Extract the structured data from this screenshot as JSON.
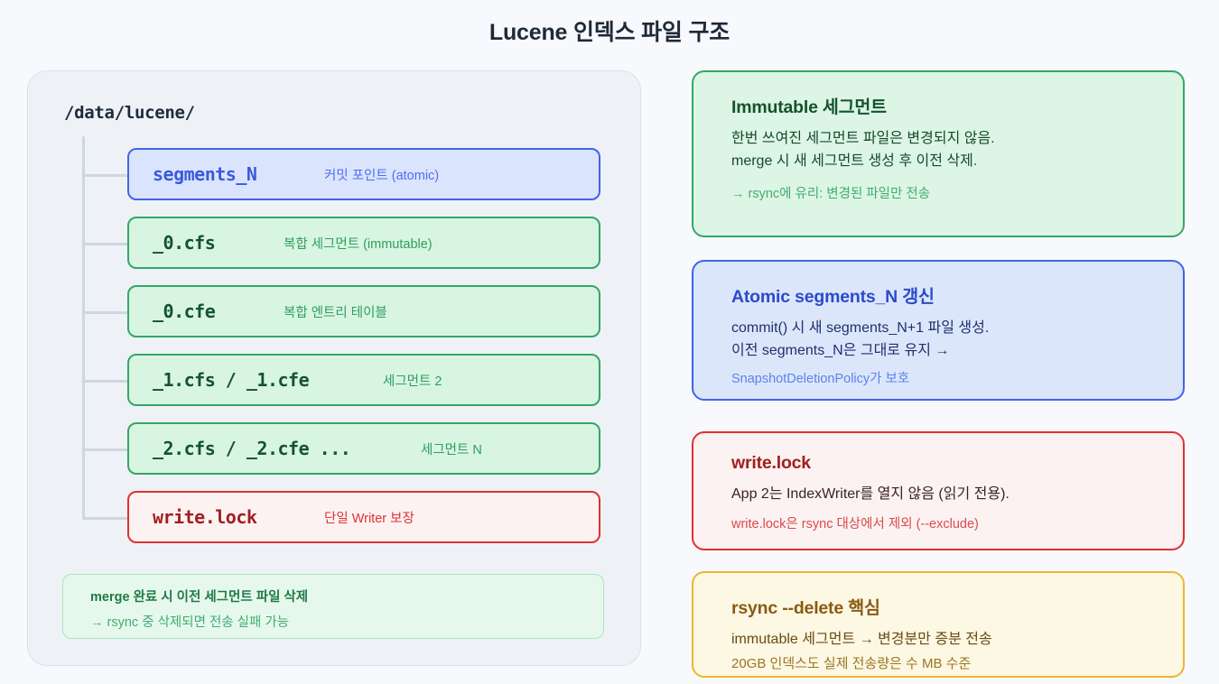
{
  "title": "Lucene 인덱스 파일 구조",
  "tree_panel": {
    "root_label": "/data/lucene/",
    "rows": [
      {
        "name": "segments_N",
        "desc": "커밋 포인트 (atomic)",
        "tone": "blue"
      },
      {
        "name": "_0.cfs",
        "desc": "복합 세그먼트 (immutable)",
        "tone": "green"
      },
      {
        "name": "_0.cfe",
        "desc": "복합 엔트리 테이블",
        "tone": "green"
      },
      {
        "name": "_1.cfs / _1.cfe",
        "desc": "세그먼트 2",
        "tone": "green"
      },
      {
        "name": "_2.cfs / _2.cfe ...",
        "desc": "세그먼트 N",
        "tone": "green"
      },
      {
        "name": "write.lock",
        "desc": "단일 Writer 보장",
        "tone": "red"
      }
    ],
    "merge_note": {
      "title": "merge 완료 시 이전 세그먼트 파일 삭제",
      "sub": "→ rsync 중 삭제되면 전송 실패 가능"
    }
  },
  "cards": [
    {
      "tone": "green",
      "title": "Immutable 세그먼트",
      "line1": "한번 쓰여진 세그먼트 파일은 변경되지 않음.",
      "line2": "merge 시 새 세그먼트 생성 후 이전 삭제.",
      "note": "→ rsync에 유리: 변경된 파일만 전송"
    },
    {
      "tone": "blue",
      "title": "Atomic segments_N 갱신",
      "line1": "commit() 시 새 segments_N+1 파일 생성.",
      "line2": "이전 segments_N은 그대로 유지 →",
      "note": "SnapshotDeletionPolicy가 보호"
    },
    {
      "tone": "red",
      "title": "write.lock",
      "line1": "App 2는 IndexWriter를 열지 않음 (읽기 전용).",
      "line2": "",
      "note": "write.lock은 rsync 대상에서 제외 (--exclude)"
    },
    {
      "tone": "yellow",
      "title": "rsync --delete 핵심",
      "line1": "immutable 세그먼트 → 변경분만 증분 전송",
      "line2": "",
      "note": "20GB 인덱스도 실제 전송량은 수 MB 수준"
    }
  ],
  "colors": {
    "page_background": "#f7f9fc",
    "panel_background": "#eef2f7",
    "blue_accent": "#4263eb",
    "green_accent": "#34a765",
    "red_accent": "#e03131",
    "yellow_accent": "#efb52f"
  }
}
